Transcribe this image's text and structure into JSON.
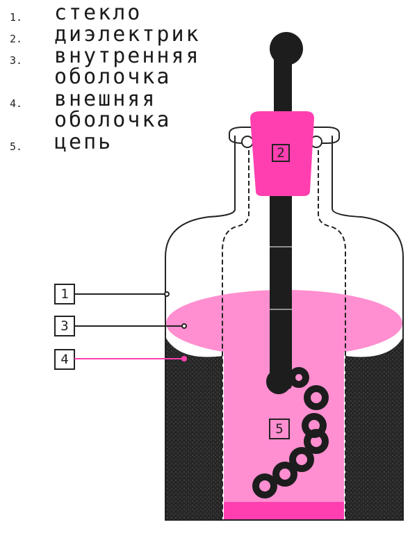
{
  "legend": {
    "items": [
      {
        "number": "1.",
        "label": "стекло"
      },
      {
        "number": "2.",
        "label": "диэлектрик"
      },
      {
        "number": "3.",
        "label": "внутренняя\nоболочка"
      },
      {
        "number": "4.",
        "label": "внешняя\nоболочка"
      },
      {
        "number": "5.",
        "label": "цепь"
      }
    ]
  },
  "callouts": {
    "glass": "1",
    "dielectric": "2",
    "inner_coating": "3",
    "outer_coating": "4",
    "chain": "5"
  },
  "colors": {
    "pink": "#ff3fb0",
    "light_pink": "#ff8fd0",
    "dark": "#1d1d1d",
    "outline": "#222222"
  },
  "icons": [
    "leyden-jar",
    "chain-icon",
    "stopper-icon"
  ]
}
